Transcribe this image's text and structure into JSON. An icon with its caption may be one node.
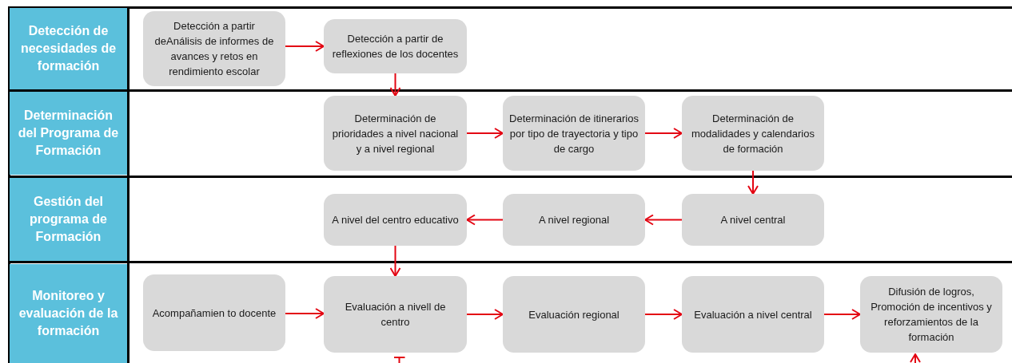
{
  "diagram": {
    "nodes": [
      {
        "text": [
          "Detección de necesidades de formación"
        ]
      },
      {
        "text": [
          "Determinación del Programa de Formación"
        ]
      },
      {
        "text": [
          "Gestión del programa de Formación"
        ]
      },
      {
        "text": [
          "Monitoreo y evaluación de la formación"
        ]
      },
      {
        "text": [
          "Detección a partir deAnálisis de informes de avances y retos en rendimiento escolar"
        ]
      },
      {
        "text": [
          "Detección a partir de reflexiones de los docentes"
        ]
      },
      {
        "text": [
          "Determinación de prioridades a nivel nacional y a nivel regional"
        ]
      },
      {
        "text": [
          "Determinación de itinerarios por tipo de trayectoria y tipo de cargo"
        ]
      },
      {
        "text": [
          "Determinación de modalidades y calendarios de formación"
        ]
      },
      {
        "text": [
          "A nivel del centro educativo"
        ]
      },
      {
        "text": [
          "A nivel regional"
        ]
      },
      {
        "text": [
          "A nivel central"
        ]
      },
      {
        "text": [
          "Acompañamien to docente"
        ]
      },
      {
        "text": [
          "Evaluación a nivell de centro"
        ]
      },
      {
        "text": [
          "Evaluación regional"
        ]
      },
      {
        "text": [
          "Evaluación a nivel central"
        ]
      },
      {
        "text": [
          "Difusión de logros, Promoción de incentivos y reforzamientos de la formación"
        ]
      }
    ],
    "edges": [
      {
        "from": 4,
        "to": 5,
        "arrow": "to"
      },
      {
        "from": 5,
        "to": 6,
        "arrow": "to"
      },
      {
        "from": 6,
        "to": 7,
        "arrow": "to"
      },
      {
        "from": 7,
        "to": 8,
        "arrow": "to"
      },
      {
        "from": 8,
        "to": 11,
        "arrow": "to"
      },
      {
        "from": 11,
        "to": 10,
        "arrow": "to"
      },
      {
        "from": 10,
        "to": 9,
        "arrow": "to"
      },
      {
        "from": 9,
        "to": 13,
        "arrow": "to"
      },
      {
        "from": 12,
        "to": 13,
        "arrow": "to"
      },
      {
        "from": 13,
        "to": 14,
        "arrow": "to"
      },
      {
        "from": 14,
        "to": 15,
        "arrow": "to"
      },
      {
        "from": 15,
        "to": 16,
        "arrow": "to"
      },
      {
        "from": 13,
        "to": null,
        "arrow": "other"
      },
      {
        "from": null,
        "to": 16,
        "arrow": "to"
      }
    ]
  }
}
